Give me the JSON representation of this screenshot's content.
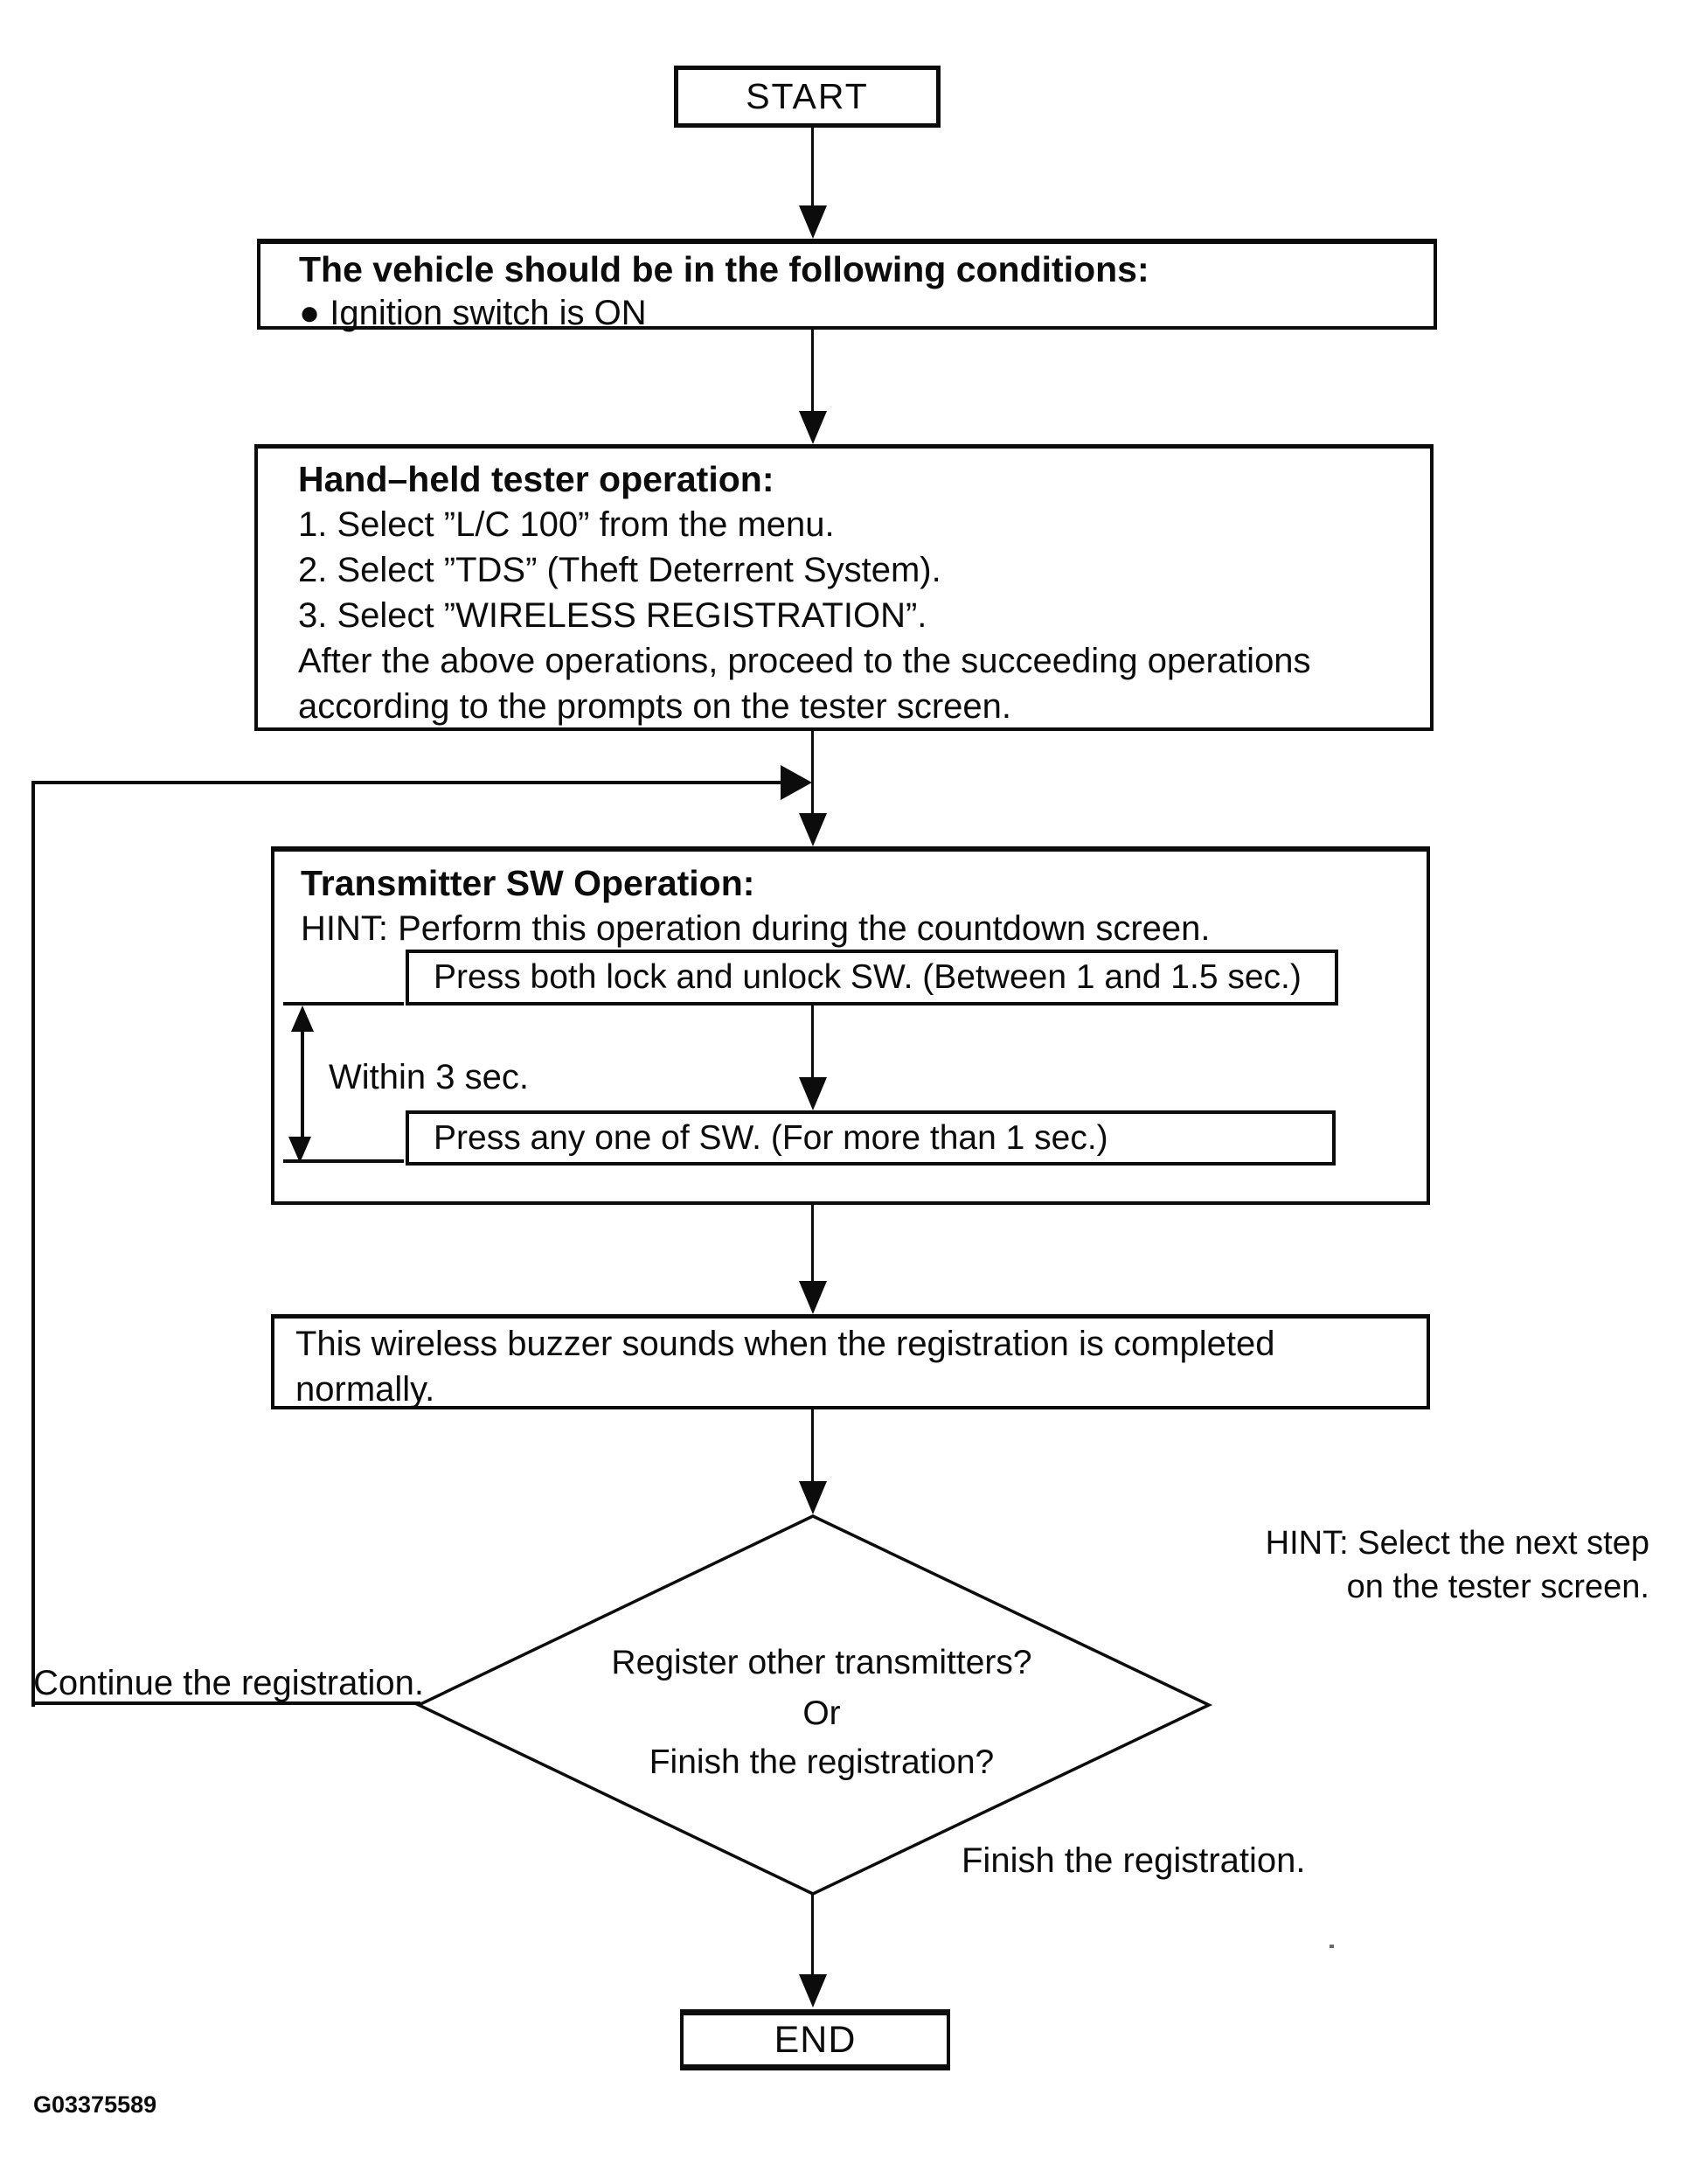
{
  "colors": {
    "ink": "#0c0c0c",
    "background": "#ffffff"
  },
  "nodes": {
    "start": {
      "label": "START"
    },
    "conditions": {
      "title": "The vehicle should be in the following conditions:",
      "bullet": "●",
      "item": "Ignition switch is ON"
    },
    "tester": {
      "title": "Hand–held tester operation:",
      "lines": [
        "1. Select ”L/C 100” from the menu.",
        "2. Select ”TDS” (Theft Deterrent System).",
        "3. Select ”WIRELESS REGISTRATION”.",
        "After the above operations, proceed to the succeeding operations",
        "according to the prompts on the tester screen."
      ]
    },
    "transmitter": {
      "title": "Transmitter SW Operation:",
      "hint": "HINT: Perform this operation during the countdown screen.",
      "step1": "Press both lock and unlock SW. (Between 1 and 1.5 sec.)",
      "interval": "Within 3 sec.",
      "step2": "Press any one of SW. (For more than 1 sec.)"
    },
    "buzzer": {
      "line1": "This wireless buzzer sounds when the registration is completed",
      "line2": "normally."
    },
    "decision": {
      "line1": "Register other transmitters?",
      "or": "Or",
      "line2": "Finish the registration?"
    },
    "end": {
      "label": "END"
    }
  },
  "labels": {
    "continue": "Continue the registration.",
    "hint1": "HINT: Select the next step",
    "hint2": "on the tester screen.",
    "finish": "Finish the registration."
  },
  "footer": {
    "figure_id": "G03375589"
  }
}
